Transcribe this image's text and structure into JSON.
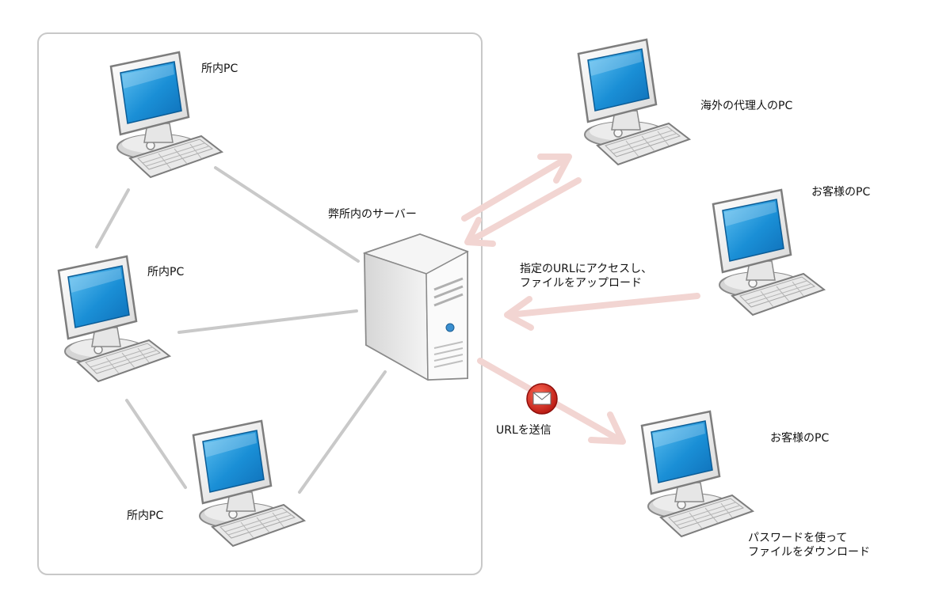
{
  "office": {
    "pc_labels": [
      "所内PC",
      "所内PC",
      "所内PC"
    ],
    "server_label": "弊所内のサーバー"
  },
  "external": {
    "agent_pc_label": "海外の代理人のPC",
    "client_pc_upload_label": "お客様のPC",
    "client_pc_download_label": "お客様のPC"
  },
  "flows": {
    "upload_line1": "指定のURLにアクセスし、",
    "upload_line2": "ファイルをアップロード",
    "send_url": "URLを送信",
    "download_line1": "パスワードを使って",
    "download_line2": "ファイルをダウンロード"
  },
  "icons": {
    "computer": "desktop-computer-icon",
    "server": "tower-server-icon",
    "mail": "envelope-icon"
  },
  "colors": {
    "frame": "#c8c8c8",
    "link": "#c9c9c9",
    "arrow": "#f2d5d2",
    "screen": "#1a8fd6",
    "mail_badge": "#d0211b"
  }
}
